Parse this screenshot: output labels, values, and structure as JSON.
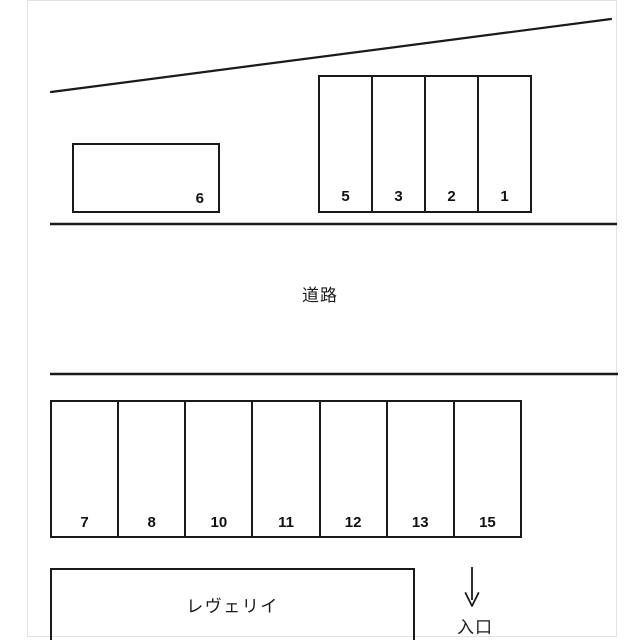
{
  "plan": {
    "road_label": "道路",
    "building_name": "レヴェリイ",
    "entrance_label": "入口",
    "line_color": "#1a1a1a",
    "background_color": "#ffffff"
  },
  "stall_block_six": {
    "stalls": [
      {
        "number": "6"
      }
    ]
  },
  "stall_block_top": {
    "stalls": [
      {
        "number": "5"
      },
      {
        "number": "3"
      },
      {
        "number": "2"
      },
      {
        "number": "1"
      }
    ]
  },
  "stall_block_bottom": {
    "stalls": [
      {
        "number": "7"
      },
      {
        "number": "8"
      },
      {
        "number": "10"
      },
      {
        "number": "11"
      },
      {
        "number": "12"
      },
      {
        "number": "13"
      },
      {
        "number": "15"
      }
    ]
  }
}
